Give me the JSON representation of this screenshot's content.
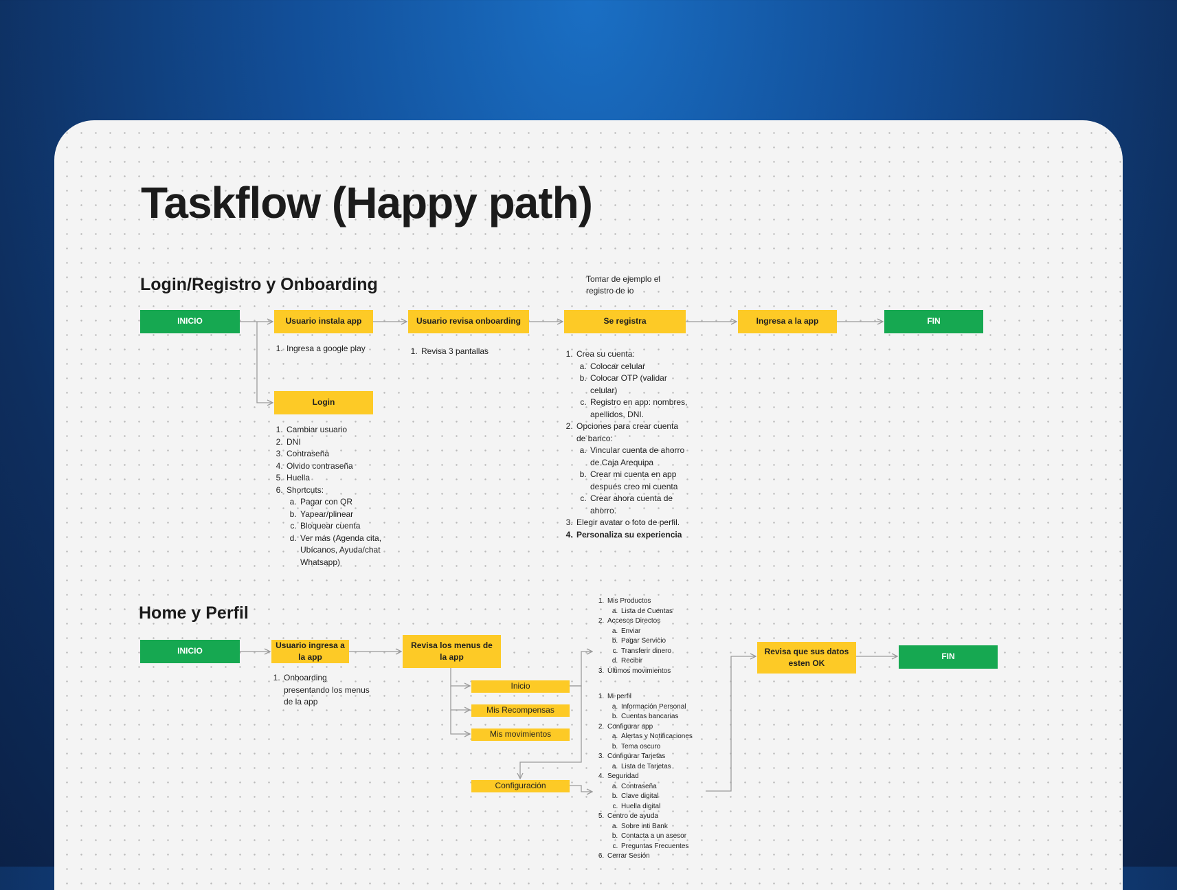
{
  "title": "Taskflow (Happy path)",
  "colors": {
    "start_end": "#16a851",
    "step": "#fdca26",
    "canvas": "#f4f4f4",
    "connector": "#9b9b9b"
  },
  "section1": {
    "heading": "Login/Registro y Onboarding",
    "side_note": "Tomar de ejemplo el registro de io",
    "nodes": {
      "inicio": "INICIO",
      "instala": "Usuario instala app",
      "onboarding": "Usuario revisa onboarding",
      "registra": "Se registra",
      "ingresa": "Ingresa a la app",
      "fin": "FIN",
      "login": "Login"
    },
    "notes": {
      "instala": [
        "Ingresa a google play"
      ],
      "onboarding": [
        "Revisa 3 pantallas"
      ],
      "login": [
        {
          "text": "Cambiar usuario"
        },
        {
          "text": "DNI"
        },
        {
          "text": "Contraseña"
        },
        {
          "text": "Olvido contraseña"
        },
        {
          "text": "Huella"
        },
        {
          "text": "Shortcuts:",
          "sub": [
            "Pagar con QR",
            "Yapear/plinear",
            "Bloquear cuenta",
            "Ver más (Agenda cita, Ubícanos, Ayuda/chat Whatsapp)"
          ]
        }
      ],
      "registra": [
        {
          "text": "Crea su cuenta:",
          "sub": [
            "Colocar celular",
            "Colocar OTP (validar celular)",
            "Registro en app: nombres, apellidos, DNI."
          ]
        },
        {
          "text": "Opciones para crear cuenta de banco:",
          "sub": [
            "Vincular cuenta de ahorro de Caja Arequipa",
            "Crear mi cuenta en app después creo mi cuenta",
            "Crear ahora cuenta de ahorro."
          ]
        },
        {
          "text": "Elegir avatar o foto de perfil."
        },
        {
          "text": "Personaliza su experiencia",
          "bold": true
        }
      ]
    }
  },
  "section2": {
    "heading": "Home y Perfil",
    "nodes": {
      "inicio": "INICIO",
      "ingresa": "Usuario ingresa a la app",
      "menus": "Revisa los menus de la app",
      "datos": "Revisa que sus datos esten OK",
      "fin": "FIN"
    },
    "menu_items": {
      "inicio": "Inicio",
      "recompensas": "Mis Recompensas",
      "movimientos": "Mis movimientos",
      "configuracion": "Configuración"
    },
    "notes": {
      "ingresa": [
        "Onboarding presentando los menus de la app"
      ],
      "inicio_menu": [
        {
          "text": "Mis Productos",
          "sub": [
            "Lista de Cuentas"
          ]
        },
        {
          "text": "Accesos Directos",
          "sub": [
            "Enviar",
            "Pagar Servicio",
            "Transferir dinero",
            "Recibir"
          ]
        },
        {
          "text": "Últimos movimientos"
        }
      ],
      "configuracion_menu": [
        {
          "text": "Mi perfil",
          "sub": [
            "Información Personal",
            "Cuentas bancarias"
          ]
        },
        {
          "text": "Configurar app",
          "sub": [
            "Alertas y Notificaciones",
            "Tema oscuro"
          ]
        },
        {
          "text": "Configurar Tarjetas",
          "sub": [
            "Lista de Tarjetas"
          ]
        },
        {
          "text": "Seguridad",
          "sub": [
            "Contraseña",
            "Clave digital",
            "Huella digital"
          ]
        },
        {
          "text": "Centro de ayuda",
          "sub": [
            "Sobre inti Bank",
            "Contacta a un asesor",
            "Preguntas Frecuentes"
          ]
        },
        {
          "text": "Cerrar Sesión"
        }
      ]
    }
  }
}
